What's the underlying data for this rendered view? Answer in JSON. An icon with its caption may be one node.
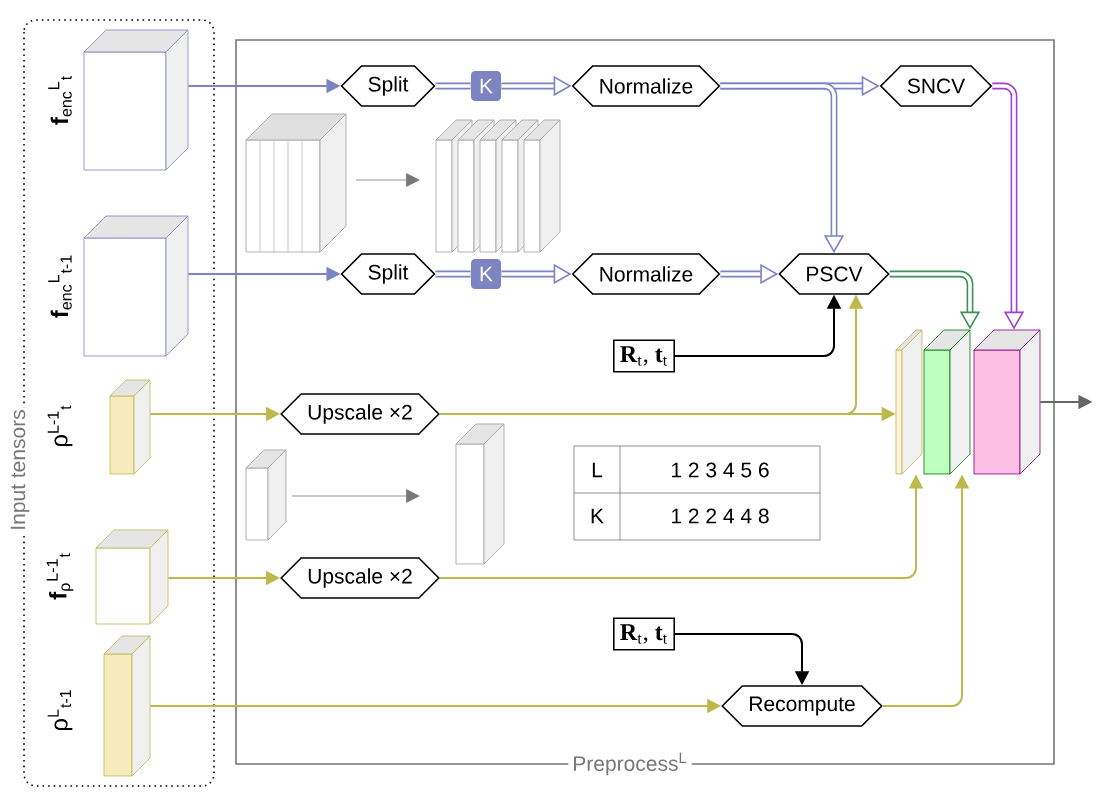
{
  "diagram": {
    "nodes": [
      {
        "text": [
          "Input tensors"
        ]
      },
      {
        "text": [],
        "shape": "cube",
        "in": 0,
        "beside": [
          "**f**$_{enc}$$^{L}$$_{t}$"
        ]
      },
      {
        "text": [],
        "shape": "cube",
        "in": 0,
        "beside": [
          "**f**$_{enc}$$^{L}$$_{t-1}$"
        ]
      },
      {
        "text": [],
        "shape": "bar",
        "in": 0,
        "beside": [
          "ρ$^{L-1}$$_{t}$"
        ]
      },
      {
        "text": [],
        "shape": "cube",
        "in": 0,
        "beside": [
          "**f**$_{ρ}$$^{L-1}$$_{t}$"
        ]
      },
      {
        "text": [],
        "shape": "bar",
        "in": 0,
        "beside": [
          "ρ$^{L}$$_{t-1}$"
        ]
      },
      {
        "text": [
          "Preprocess$^{L}$"
        ]
      },
      {
        "text": [
          "Split"
        ],
        "in": 6
      },
      {
        "text": [
          "K"
        ],
        "in": 6
      },
      {
        "text": [
          "Normalize"
        ],
        "in": 6
      },
      {
        "text": [
          "SNCV"
        ],
        "in": 6
      },
      {
        "text": [
          "Split"
        ],
        "in": 6
      },
      {
        "text": [
          "K"
        ],
        "in": 6
      },
      {
        "text": [
          "Normalize"
        ],
        "in": 6
      },
      {
        "text": [
          "PSCV"
        ],
        "in": 6
      },
      {
        "text": [
          "**R**$_{t}$, **t**$_{t}$"
        ],
        "in": 6
      },
      {
        "text": [
          "Upscale ×2"
        ],
        "in": 6
      },
      {
        "text": [
          "Upscale ×2"
        ],
        "in": 6
      },
      {
        "text": [
          "**R**$_{t}$, **t**$_{t}$"
        ],
        "in": 6
      },
      {
        "text": [
          "Recompute"
        ],
        "in": 6
      },
      {
        "text": [],
        "shape": "box",
        "in": 6
      }
    ],
    "edges": [
      {
        "from": 1,
        "to": 7,
        "arrow": "to"
      },
      {
        "from": 7,
        "to": 8,
        "arrow": "none",
        "style": "thick"
      },
      {
        "from": 8,
        "to": 9,
        "arrow": "to",
        "style": "thick"
      },
      {
        "from": 9,
        "to": 10,
        "arrow": "to",
        "style": "thick"
      },
      {
        "from": 9,
        "to": 14,
        "arrow": "to",
        "style": "thick"
      },
      {
        "from": 2,
        "to": 11,
        "arrow": "to"
      },
      {
        "from": 11,
        "to": 12,
        "arrow": "none",
        "style": "thick"
      },
      {
        "from": 12,
        "to": 13,
        "arrow": "to",
        "style": "thick"
      },
      {
        "from": 13,
        "to": 14,
        "arrow": "to",
        "style": "thick"
      },
      {
        "from": 10,
        "to": 20,
        "arrow": "to",
        "style": "thick",
        "color": "#a33fd0"
      },
      {
        "from": 14,
        "to": 20,
        "arrow": "to",
        "style": "thick",
        "color": "#3c8f55"
      },
      {
        "from": 15,
        "to": 14,
        "arrow": "to",
        "color": "#000000"
      },
      {
        "from": 3,
        "to": 16,
        "arrow": "to",
        "color": "#bdb94c"
      },
      {
        "from": 16,
        "to": 20,
        "arrow": "to",
        "color": "#bdb94c"
      },
      {
        "from": 16,
        "to": 14,
        "arrow": "to",
        "color": "#bdb94c"
      },
      {
        "from": 4,
        "to": 17,
        "arrow": "to",
        "color": "#bdb94c"
      },
      {
        "from": 17,
        "to": 20,
        "arrow": "to",
        "color": "#bdb94c"
      },
      {
        "from": 5,
        "to": 19,
        "arrow": "to",
        "color": "#bdb94c"
      },
      {
        "from": 18,
        "to": 19,
        "arrow": "to",
        "color": "#000000"
      },
      {
        "from": 19,
        "to": 20,
        "arrow": "to",
        "color": "#bdb94c"
      },
      {
        "from": 20,
        "to": null,
        "arrow": "to",
        "color": "#666666"
      }
    ],
    "labels": [
      "L",
      "1 2 3 4 5 6",
      "K",
      "1 2 2 4 4 8"
    ]
  }
}
